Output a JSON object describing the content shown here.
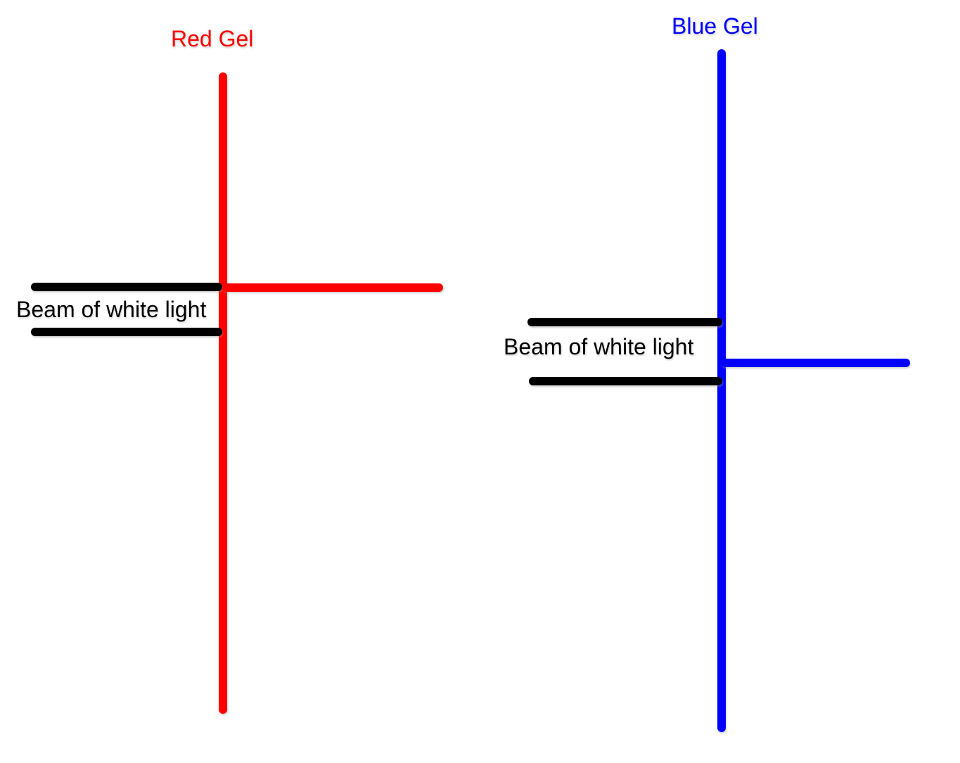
{
  "page": {
    "background_color": "#ffffff"
  },
  "diagrams": [
    {
      "title": "Red Gel",
      "title_color": "#ff0000",
      "gel_line_color": "#ff0000",
      "beam_label": "Beam of white light",
      "beam_line_color": "#000000",
      "transmitted_ray_color": "#ff0000"
    },
    {
      "title": "Blue Gel",
      "title_color": "#0000ff",
      "gel_line_color": "#0000ff",
      "beam_label": "Beam of white light",
      "beam_line_color": "#000000",
      "transmitted_ray_color": "#0000ff"
    }
  ]
}
